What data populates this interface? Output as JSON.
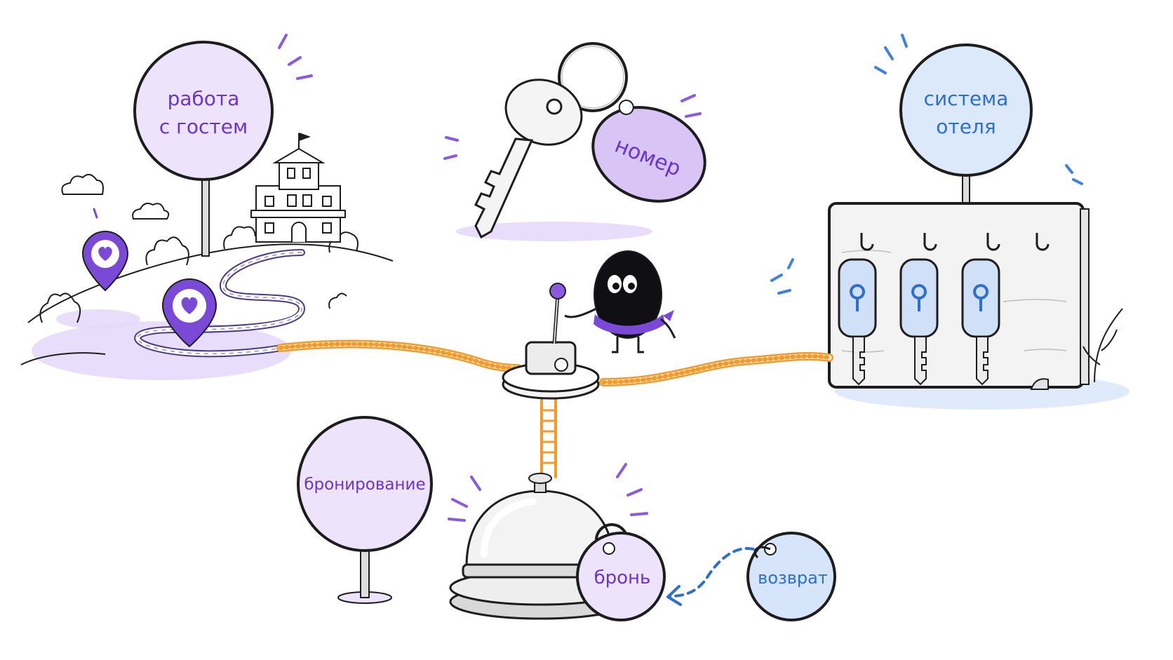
{
  "labels": {
    "guest_work_line1": "работа",
    "guest_work_line2": "с гостем",
    "room": "номер",
    "hotel_system_line1": "система",
    "hotel_system_line2": "отеля",
    "booking": "бронирование",
    "reservation": "бронь",
    "refund": "возврат"
  },
  "icons": {
    "pins": "heart-location-pin-icon",
    "key": "key-icon",
    "bell": "service-bell-icon",
    "keyboard": "key-board-icon",
    "mascot": "mascot-character",
    "lever": "lever-switch"
  },
  "colors": {
    "purple_accent": "#6a35c8",
    "purple_fill": "#ede3fb",
    "blue_accent": "#2d6fd0",
    "blue_fill": "#dbe9fb",
    "orange_path": "#f39a2b",
    "ink": "#1d1d1d"
  }
}
